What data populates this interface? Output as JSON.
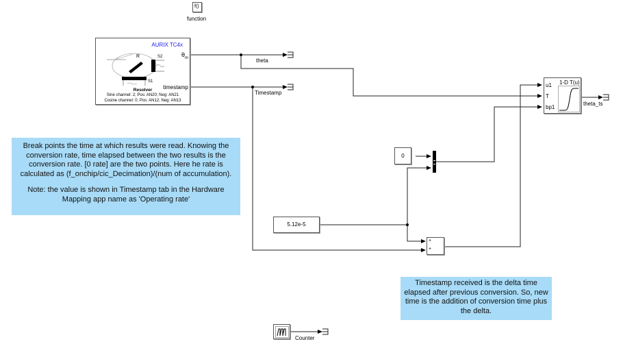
{
  "function_block": {
    "icon_text": "f()",
    "label": "function"
  },
  "resolver_block": {
    "title": "AURIX TC4x",
    "title_color": "#1a1ae6",
    "name": "Resolver",
    "sine_info": "Sine channel: 2; Pos: AN20; Neg: AN21",
    "cosine_info": "Cosine channel: 0; Pos: AN12; Neg: AN13",
    "outputs": {
      "theta_symbol": "θ",
      "theta_sub": "m",
      "timestamp": "timestamp"
    },
    "icon_labels": {
      "rotor": "R",
      "s1": "S1",
      "s2": "S2"
    }
  },
  "signals": {
    "theta": "theta",
    "timestamp": "Timestamp",
    "theta_ts": "theta_ts",
    "counter": "Counter"
  },
  "lookup_block": {
    "title": "1-D T(u)",
    "inputs": [
      "u1",
      "T",
      "bp1"
    ]
  },
  "constant_zero": {
    "value": "0"
  },
  "constant_rate": {
    "value": "5.12e-5"
  },
  "sum_block": {
    "signs": [
      "+",
      "+"
    ]
  },
  "notes": {
    "breakpoints_p1": "Break points the time at which results were read. Knowing the conversion rate, time elapsed between the two results is the conversion rate. [0 rate] are the two points. Here he rate is calculated as (f_onchip/cic_Decimation)/(num of accumulation).",
    "breakpoints_p2": "Note: the value is shown in Timestamp tab in the Hardware Mapping app name as 'Operating rate'",
    "timestamp_note": "Timestamp received is the delta time elapsed after previous conversion. So, new time is the addition of conversion time plus the delta.",
    "bg_color": "#a8dbf7"
  }
}
